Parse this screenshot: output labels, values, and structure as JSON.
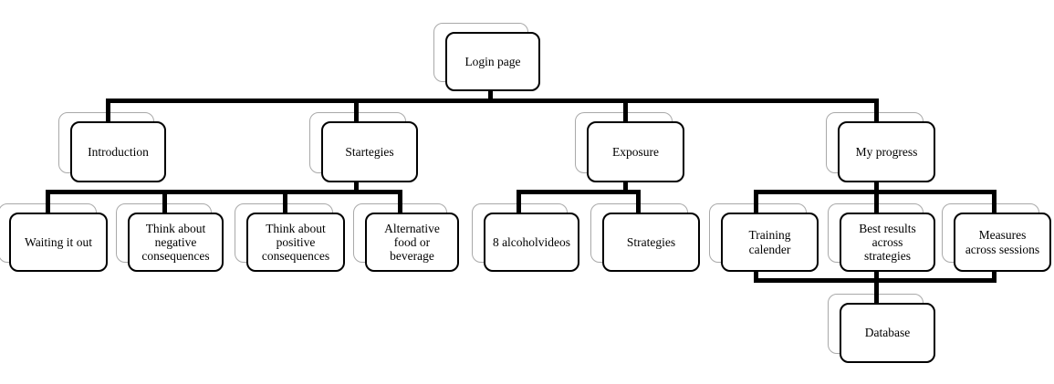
{
  "diagram": {
    "type": "hierarchy-flowchart",
    "colors": {
      "box_fill": "#ffffff",
      "box_border": "#000000",
      "shadow_border": "#a9a9a9",
      "connector": "#000000"
    }
  },
  "nodes": {
    "login": {
      "label": "Login page"
    },
    "introduction": {
      "label": "Introduction"
    },
    "startegies": {
      "label": "Startegies"
    },
    "exposure": {
      "label": "Exposure"
    },
    "my_progress": {
      "label": "My progress"
    },
    "waiting_it_out": {
      "label": "Waiting it out"
    },
    "think_negative": {
      "label": "Think about\nnegative\nconsequences"
    },
    "think_positive": {
      "label": "Think about\npositive\nconsequences"
    },
    "alternative_food": {
      "label": "Alternative\nfood or\nbeverage"
    },
    "alcohol_videos": {
      "label": "8 alcoholvideos"
    },
    "strategies": {
      "label": "Strategies"
    },
    "training_calender": {
      "label": "Training\ncalender"
    },
    "best_results": {
      "label": "Best results\nacross\nstrategies"
    },
    "measures": {
      "label": "Measures\nacross sessions"
    },
    "database": {
      "label": "Database"
    }
  },
  "connections": [
    {
      "from": "Login page",
      "to": "Introduction"
    },
    {
      "from": "Login page",
      "to": "Startegies"
    },
    {
      "from": "Login page",
      "to": "Exposure"
    },
    {
      "from": "Login page",
      "to": "My progress"
    },
    {
      "from": "Startegies",
      "to": "Waiting it out"
    },
    {
      "from": "Startegies",
      "to": "Think about negative consequences"
    },
    {
      "from": "Startegies",
      "to": "Think about positive consequences"
    },
    {
      "from": "Startegies",
      "to": "Alternative food or beverage"
    },
    {
      "from": "Exposure",
      "to": "8 alcoholvideos"
    },
    {
      "from": "Exposure",
      "to": "Strategies"
    },
    {
      "from": "My progress",
      "to": "Training calender"
    },
    {
      "from": "My progress",
      "to": "Best results across strategies"
    },
    {
      "from": "My progress",
      "to": "Measures across sessions"
    },
    {
      "from": "Training calender",
      "to": "Database"
    },
    {
      "from": "Best results across strategies",
      "to": "Database"
    },
    {
      "from": "Measures across sessions",
      "to": "Database"
    }
  ]
}
